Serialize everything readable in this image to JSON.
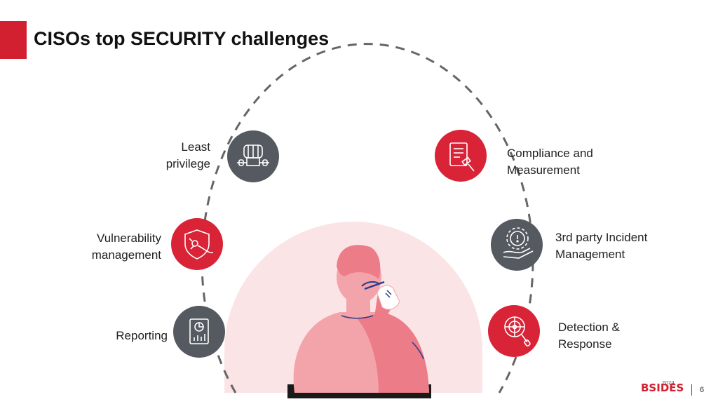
{
  "title": "CISOs top SECURITY challenges",
  "colors": {
    "accent": "#d32030",
    "dark_circle": "#555960",
    "red_circle": "#d92337",
    "arc": "#666666",
    "halo": "#fbe4e6"
  },
  "challenges": [
    {
      "lines": [
        "Least",
        "privilege"
      ],
      "icon": "fist-chain-icon",
      "circle": "dark"
    },
    {
      "lines": [
        "Vulnerability",
        "management"
      ],
      "icon": "shield-bug-icon",
      "circle": "red"
    },
    {
      "lines": [
        "Reporting"
      ],
      "icon": "report-chart-icon",
      "circle": "dark"
    },
    {
      "lines": [
        "Compliance and",
        "Measurement"
      ],
      "icon": "document-gavel-icon",
      "circle": "red"
    },
    {
      "lines": [
        "3rd party Incident",
        "Management"
      ],
      "icon": "hand-gear-icon",
      "circle": "dark"
    },
    {
      "lines": [
        "Detection &",
        "Response"
      ],
      "icon": "radar-search-icon",
      "circle": "red"
    }
  ],
  "footer": {
    "page_number": "6",
    "logo_text": "BSIDES",
    "logo_year": "2024"
  }
}
